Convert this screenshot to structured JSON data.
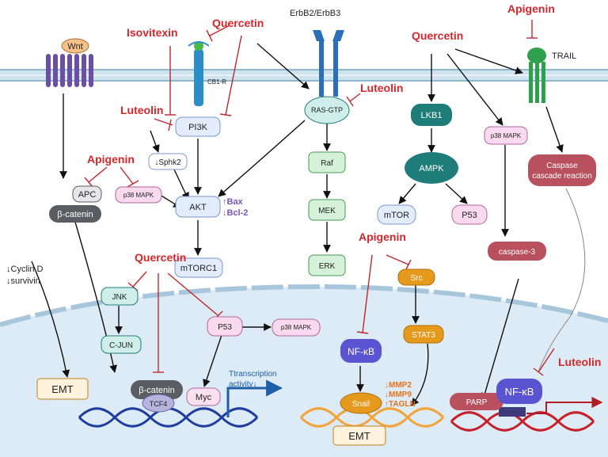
{
  "receptors": {
    "wnt": "Wnt",
    "cb1r": "CB1-R",
    "erbb": "ErbB2/ErbB3",
    "trail": "TRAIL"
  },
  "drugs": {
    "isovitexin": "Isovitexin",
    "quercetin_top": "Quercetin",
    "luteolin_ras": "Luteolin",
    "quercetin_right": "Quercetin",
    "apigenin_trail": "Apigenin",
    "luteolin_pi3k": "Luteolin",
    "apigenin_left": "Apigenin",
    "quercetin_mid": "Quercetin",
    "apigenin_src": "Apigenin",
    "luteolin_nfkb": "Luteolin"
  },
  "nodes": {
    "ras_gtp": "RAS-GTP",
    "pi3k": "PI3K",
    "sphk2": "↓Sphk2",
    "akt": "AKT",
    "mtorc1": "mTORC1",
    "p38_left": "p38 MAPK",
    "apc": "APC",
    "b_catenin_top": "β-catenin",
    "raf": "Raf",
    "mek": "MEK",
    "erk": "ERK",
    "lkb1": "LKB1",
    "ampk": "AMPK",
    "mtor": "mTOR",
    "p53_right": "P53",
    "p38_right": "p38 MAPK",
    "caspase_cascade_1": "Caspase",
    "caspase_cascade_2": "cascade reaction",
    "caspase3": "caspase-3",
    "jnk": "JNK",
    "cjun": "C-JUN",
    "p53_mid": "P53",
    "p38_mid": "p38 MAPK",
    "b_catenin_nuc": "β-catenin",
    "tcf4": "TCF4",
    "myc": "Myc",
    "nfkb_mid": "NF-κB",
    "src": "Src",
    "stat3": "STAT3",
    "snail": "Snail",
    "emt_left": "EMT",
    "emt_mid": "EMT",
    "parp": "PARP",
    "nfkb_right": "NF-κB"
  },
  "annotations": {
    "bax": "↑Bax",
    "bcl2": "↓Bcl-2",
    "cyclin_d": "↓Cyclin D",
    "survivin": "↓survivin",
    "transcription_1": "Ttranscription",
    "transcription_2": "activity↓",
    "mmp2": "↓MMP2",
    "mmp9": "↓MMP9",
    "tagln": "↑TAGLN"
  },
  "colors": {
    "inhibit": "#d6262a",
    "membrane": "#b8d8ea",
    "nucleus": "#dcebf5",
    "dna_blue": "#1f3d9e",
    "dna_orange": "#f2a33a",
    "dna_red": "#c8202a",
    "teal_fill": "#cfeee9",
    "green_fill": "#d6f1d9",
    "pink_fill": "#f9d9ee",
    "blue_fill": "#e3ecfa",
    "dark_teal": "#1f7d79",
    "dark_red": "#b8505e",
    "dark_grey": "#5c5c63",
    "nfkb_purple": "#5b54d2",
    "orange_fill": "#e59a1e"
  }
}
